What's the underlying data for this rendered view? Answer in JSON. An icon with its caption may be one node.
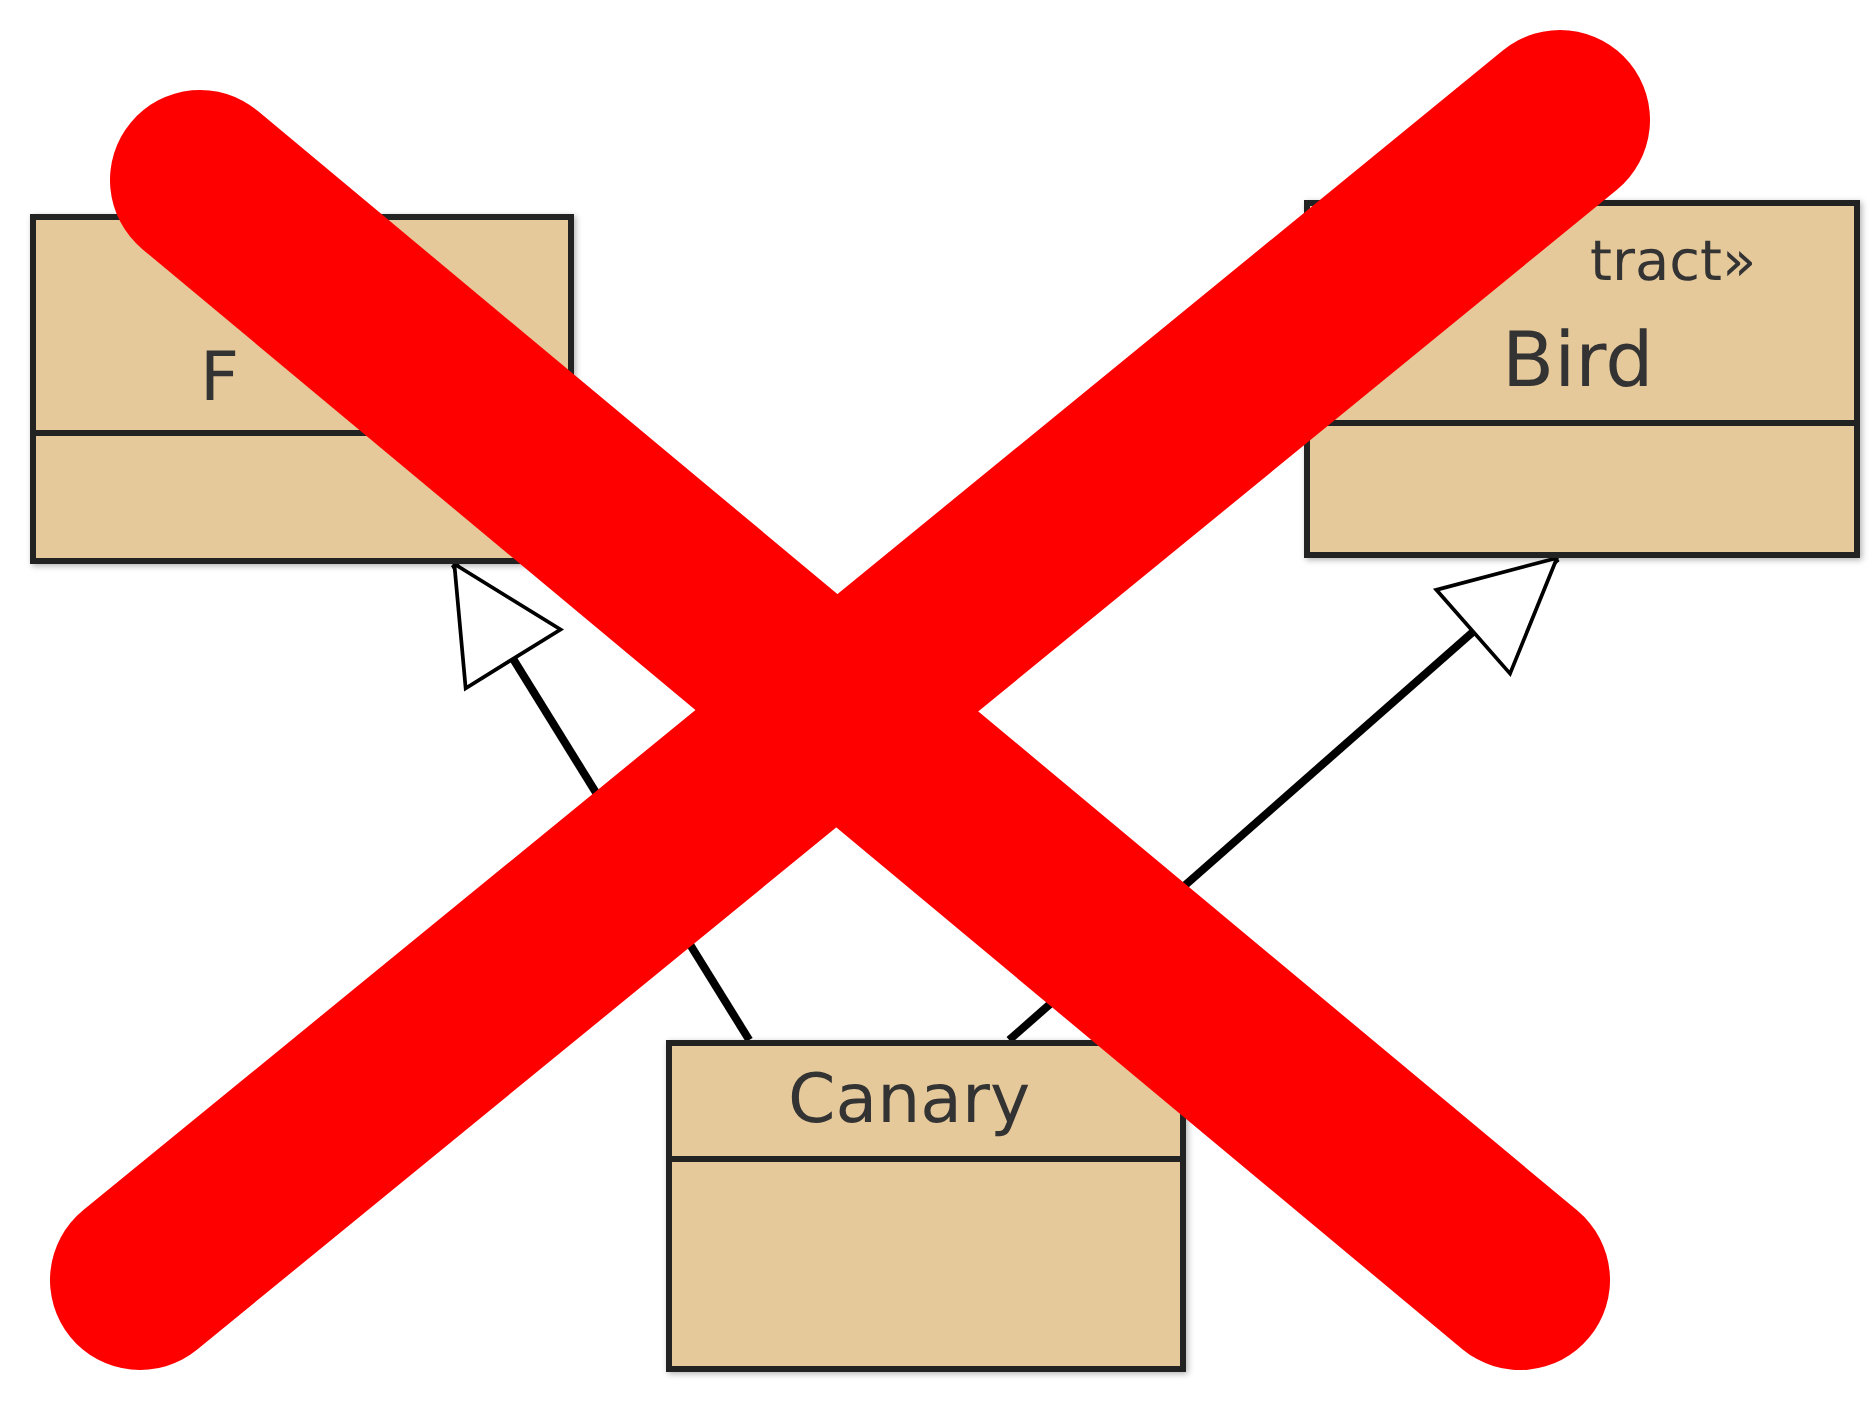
{
  "diagram": {
    "nodes": [
      {
        "text": [
          "F"
        ]
      },
      {
        "text": [
          "tract»",
          "Bird"
        ]
      },
      {
        "text": [
          "Canary"
        ]
      }
    ],
    "edges": [
      {
        "from": 2,
        "to": 0,
        "arrow": "to"
      },
      {
        "from": 2,
        "to": 1,
        "arrow": "to"
      }
    ]
  }
}
